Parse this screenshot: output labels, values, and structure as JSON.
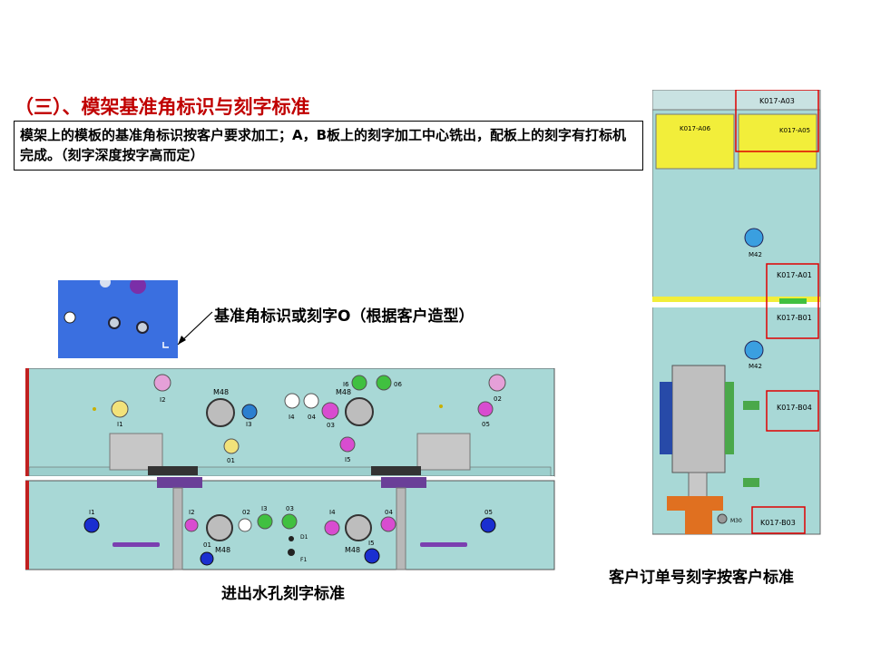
{
  "slide": {
    "title": "（三）、模架基准角标识与刻字标准",
    "note": "模架上的模板的基准角标识按客户要求加工；A，B板上的刻字加工中心铣出，配板上的刻字有打标机完成。（刻字深度按字高而定）",
    "callout_label": "基准角标识或刻字O（根据客户造型）",
    "caption_left": "进出水孔刻字标准",
    "caption_right": "客户订单号刻字按客户标准"
  },
  "mold_drawing": {
    "upper_labels": [
      "I2",
      "I1",
      "M48",
      "I3",
      "01",
      "I4",
      "04",
      "03",
      "I6",
      "06",
      "M48",
      "I5",
      "02",
      "05"
    ],
    "lower_labels": [
      "I1",
      "I2",
      "01",
      "M48",
      "02",
      "I3",
      "03",
      "D1",
      "F1",
      "I4",
      "04",
      "I5",
      "M48",
      "05"
    ]
  },
  "order_drawing": {
    "labels": [
      "K017-A03",
      "K017-A06",
      "K017-A05",
      "M42",
      "K017-A01",
      "K017-B01",
      "M42",
      "K017-B04",
      "M30",
      "K017-B03"
    ]
  },
  "colors": {
    "title_red": "#c00000",
    "plate_teal": "#a8d8d6",
    "highlight_box": "#e00000",
    "blue_block": "#3a6fe0",
    "yellow_plate": "#f2ee3a"
  }
}
